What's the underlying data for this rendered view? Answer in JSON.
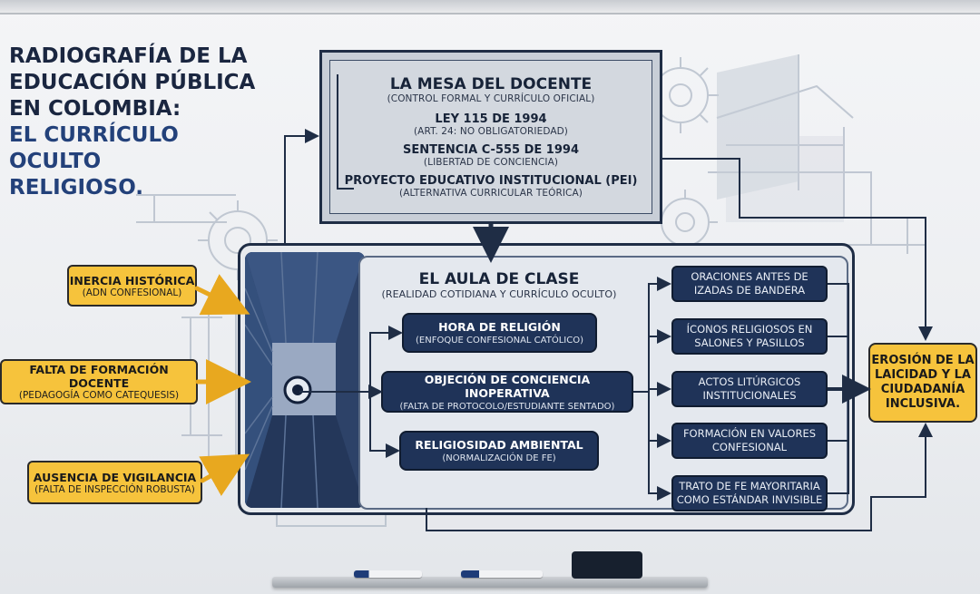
{
  "title": {
    "line1": "RADIOGRAFÍA DE LA",
    "line2": "EDUCACIÓN PÚBLICA",
    "line3": "EN COLOMBIA:",
    "line4": "EL CURRÍCULO OCULTO",
    "line5": "RELIGIOSO."
  },
  "mesa": {
    "title": "LA MESA DEL DOCENTE",
    "subtitle": "(CONTROL FORMAL Y CURRÍCULO OFICIAL)",
    "items": [
      {
        "label": "LEY 115 DE 1994",
        "note": "(ART. 24: NO OBLIGATORIEDAD)"
      },
      {
        "label": "SENTENCIA C-555 DE 1994",
        "note": "(LIBERTAD DE CONCIENCIA)"
      },
      {
        "label": "PROYECTO EDUCATIVO INSTITUCIONAL (PEI)",
        "note": "(ALTERNATIVA CURRICULAR TEÓRICA)"
      }
    ]
  },
  "aula": {
    "title": "EL AULA DE CLASE",
    "subtitle": "(REALIDAD COTIDIANA Y CURRÍCULO OCULTO)",
    "items": [
      {
        "label": "HORA DE RELIGIÓN",
        "note": "(ENFOQUE CONFESIONAL CATÓLICO)"
      },
      {
        "label": "OBJECIÓN DE CONCIENCIA INOPERATIVA",
        "note": "(FALTA DE PROTOCOLO/ESTUDIANTE SENTADO)"
      },
      {
        "label": "RELIGIOSIDAD AMBIENTAL",
        "note": "(NORMALIZACIÓN DE FE)"
      }
    ]
  },
  "factors": [
    {
      "label": "INERCIA HISTÓRICA",
      "note": "(ADN CONFESIONAL)"
    },
    {
      "label": "FALTA DE FORMACIÓN DOCENTE",
      "note": "(PEDAGOGÍA COMO CATEQUESIS)"
    },
    {
      "label": "AUSENCIA DE VIGILANCIA",
      "note": "(FALTA DE INSPECCIÓN ROBUSTA)"
    }
  ],
  "practices": [
    {
      "line1": "ORACIONES ANTES DE",
      "line2": "IZADAS DE BANDERA"
    },
    {
      "line1": "ÍCONOS RELIGIOSOS EN",
      "line2": "SALONES Y PASILLOS"
    },
    {
      "line1": "ACTOS LITÚRGICOS",
      "line2": "INSTITUCIONALES"
    },
    {
      "line1": "FORMACIÓN EN VALORES",
      "line2": "CONFESIONAL"
    },
    {
      "line1": "TRATO DE FE MAYORITARIA",
      "line2": "COMO ESTÁNDAR INVISIBLE"
    }
  ],
  "result": {
    "line1": "EROSIÓN DE LA",
    "line2": "LAICIDAD Y LA",
    "line3": "CIUDADANÍA",
    "line4": "INCLUSIVA."
  },
  "colors": {
    "navy": "#1f3358",
    "outline": "#1f2d45",
    "yellow": "#f6c33c",
    "board": "#f4f5f7"
  },
  "icons": [
    "gear-icon",
    "blueprint-sketch",
    "arrow-icon"
  ]
}
